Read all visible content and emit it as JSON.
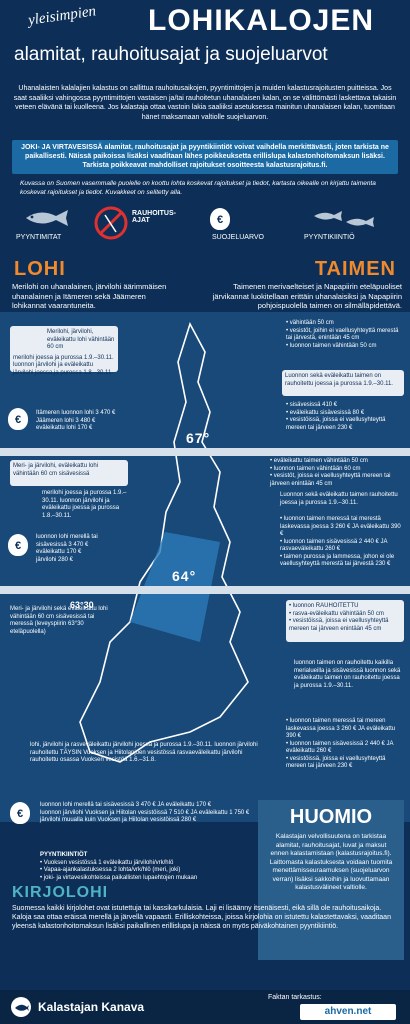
{
  "header": {
    "kicker": "yleisimpien",
    "title": "LOHIKALOJEN",
    "subtitle": "alamitat, rauhoitusajat ja suojeluarvot"
  },
  "intro": "Uhanalaisten kalalajien kalastus on sallittua rauhoitusaikojen, pyyntimittojen ja muiden kalastusrajoitusten puitteissa. Jos saat saaliiksi vahingossa pyyntimittojen vastaisen ja/tai rauhoitetun uhanalaisen kalan, on se välittömästi laskettava takaisin veteen elävänä tai kuolleena. Jos kalastaja ottaa vastoin lakia saaliiksi asetuksessa mainitun uhanalaisen kalan, tuomitaan hänet maksamaan valtiolle suojeluarvon.",
  "notice": "JOKI- JA VIRTAVESISSÄ alamitat, rauhoitusajat ja pyyntikiintiöt voivat vaihdella merkittävästi, joten tarkista ne paikallisesti. Näissä paikoissa lisäksi vaaditaan lähes poikkeuksetta erillislupa kalastonhoitomaksun lisäksi. Tarkista poikkeavat mahdolliset rajoitukset osoitteesta kalastusrajoitus.fi.",
  "legend": {
    "intro": "Kuvassa on Suomen vasemmalle puolelle on koottu lohta koskevat rajoitukset ja tiedot, kartasta oikealle on kirjattu taimenta koskevat rajoitukset ja tiedot. Kuvakkeet on selitetty alla.",
    "items": [
      "PYYNTIMITAT",
      "RAUHOITUS-AJAT",
      "SUOJELUARVO",
      "PYYNTIKIINTIÖ"
    ]
  },
  "lohi": {
    "title": "LOHI",
    "desc": "Merilohi on uhanalainen, järvilohi äärimmäisen uhanalainen ja Itämeren sekä Jäämeren lohikannat vaarantuneita.",
    "north_sizes": "Merilohi, järvilohi, eväleikattu lohi vähintään 60 cm",
    "north_close": "merilohi joessa ja purossa 1.9.–30.11. luonnon järvilohi ja eväleikattu järvilohi joessa ja purossa 1.8.–30.11.",
    "north_values": [
      "Itämeren luonnon lohi 3 470 €",
      "Jäämeren lohi 3 480 €",
      "eväleikattu lohi 170 €"
    ],
    "mid_sizes": "Meri- ja järvilohi, eväleikattu lohi vähintään 60 cm sisävesissä",
    "mid_close": "merilohi joessa ja purossa 1.9.–30.11. luonnon järvilohi ja eväleikattu joessa ja purossa 1.8.–30.11.",
    "mid_values": [
      "luonnon lohi merellä tai sisävesissä 3 470 €",
      "eväleikattu 170 €",
      "järvilohi 280 €"
    ],
    "south_sizes": "Meri- ja järvilohi sekä eväleikattu lohi vähintään 60 cm sisävesissä tai meressä (leveyspiirin 63°30 eteläpuolella)",
    "south_close": "lohi, järvilohi ja rasveväleikattu järvilohi joessa ja purossa 1.9.–30.11. luonnon järvilohi rauhoitettu TÄYSIN Vuoksen ja Hiitolanjoen vesistössä rasvaeväleikattu järvilohi rauhoitettu osassa Vuoksen vesistöä 1.6.–31.8.",
    "south_values": [
      "luonnon lohi merellä tai sisävesissä 3 470 € JA eväleikattu 170 €",
      "luonnon järvilohi Vuoksen ja Hiitolan vesistöissä 7 510 € JA eväleikattu 1 750 €",
      "järvilohi muualla kuin Vuoksen ja Hiitolan vesistöissä 280 €"
    ],
    "quota_title": "PYYNTIKIINTIÖT",
    "quota": [
      "Vuoksen vesistössä 1 eväleikattu järvilohi/vrk/hlö",
      "Vapaa-ajankalastuksessa 2 lohta/vrk/hlö (meri, joki)",
      "joki- ja virtavesikohteissa paikallisten lupaehtojen mukaan"
    ]
  },
  "taimen": {
    "title": "TAIMEN",
    "desc": "Taimenen merivaelteiset ja Napapiirin eteläpuoliset järvikannat luokitellaan erittäin uhanalaisiksi ja Napapiirin pohjoispuolella taimen on silmälläpidettävä.",
    "north_sizes": [
      "vähintään 50 cm",
      "vesistöt, joihin ei vaellusyhteyttä merestä tai järvestä, enintään 45 cm",
      "luonnon taimen vähintään 50 cm"
    ],
    "north_close": "Luonnon sekä eväleikattu taimen on rauhoitettu joessa ja purossa 1.9.–30.11.",
    "north_values": [
      "sisävesissä 410 €",
      "eväleikattu sisävesissä 80 €",
      "vesistöissä, joissa ei vaellusyhteyttä mereen tai järveen 230 €"
    ],
    "mid_sizes": [
      "eväleikattu taimen vähintään 50 cm",
      "luonnon taimen vähintään 60 cm",
      "vesistöt, joissa ei vaellusyhteyttä mereen tai järveen enintään 45 cm"
    ],
    "mid_close": "Luonnon sekä eväleikattu taimen rauhoitettu joessa ja purossa 1.9.–30.11.",
    "mid_values": [
      "luonnon taimen meressä tai merestä laskevassa joessa 3 260 € JA eväleikattu 390 €",
      "luonnon taimen sisävesissä 2 440 € JA rasvaeväleikattu 260 €",
      "taimen purossa ja lammessa, johon ei ole vaellusyhteyttä merestä tai järvestä 230 €"
    ],
    "south_sizes": [
      "luonnon RAUHOITETTU",
      "rasva-eväleikattu vähintään 50 cm",
      "vesistöissä, joissa ei vaellusyhteyttä mereen tai järveen enintään 45 cm"
    ],
    "south_close": "luonnon taimen on rauhoitettu kaikilla merialueilla ja sisävesissä luonnon sekä eväleikattu taimen on rauhoitettu joessa ja purossa 1.9.–30.11.",
    "south_values": [
      "luonnon taimen meressä tai mereen laskevassa joessa 3 260 € JA eväleikattu 390 €",
      "luonnon taimen sisävesissä 2 440 € JA eväleikattu 260 €",
      "vesistöissä, joissa ei vaellusyhteyttä mereen tai järveen 230 €"
    ]
  },
  "map": {
    "lat67": "67°",
    "lat64": "64°",
    "lat6330": "63°30"
  },
  "huomio": {
    "title": "HUOMIO",
    "text": "Kalastajan velvollisuutena on tarkistaa alamitat, rauhoitusajat, luvat ja maksut ennen kalastamistaan (kalastusrajoitus.fi). Laittomasta kalastuksesta voidaan tuomita menettämisseuraamuksen (suojeluarvon verran) lisäksi sakkoihin ja luovuttamaan kalastusvälineet valtiolle."
  },
  "kirjolohi": {
    "title": "KIRJOLOHI",
    "text": "Suomessa kaikki kirjolohet ovat istutettuja tai kassikarkulaisia. Laji ei lisäänny itsenäisesti, eikä sillä ole rauhoitusaikoja. Kaloja saa ottaa eräissä merellä ja järvellä vapaasti. Erilliskohteissa, joissa kirjolohia on istutettu kalastettavaksi, vaaditaan yleensä kalastonhoitomaksun lisäksi paikallinen erillislupa ja näissä on myös päiväkohtainen pyyntikiintiö."
  },
  "footer": {
    "brand": "Kalastajan Kanava",
    "fact_label": "Faktan tarkastus:",
    "partner": "ahven.net"
  },
  "colors": {
    "background": "#0d2f57",
    "accent": "#f08a2c",
    "notice": "#1b6aa3"
  }
}
